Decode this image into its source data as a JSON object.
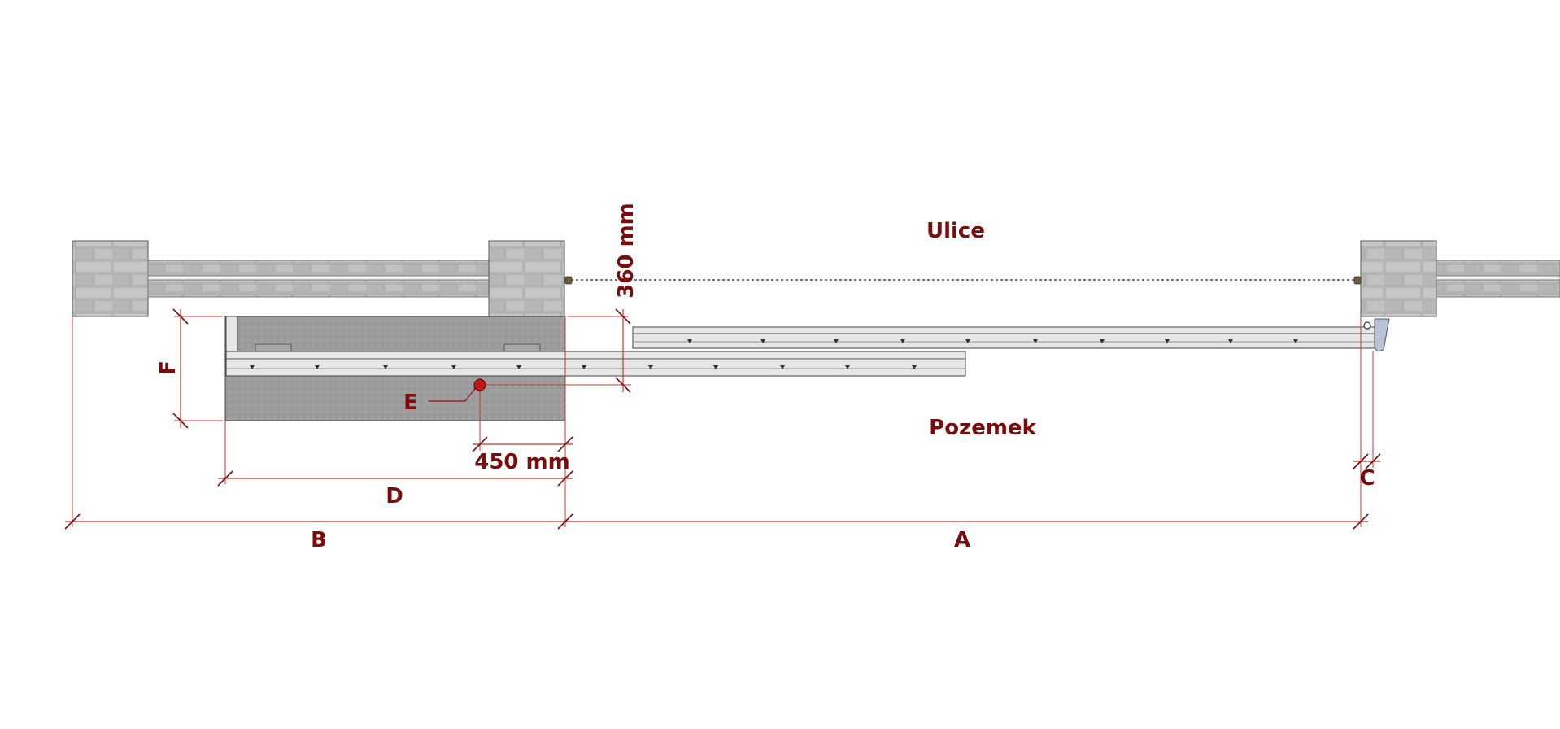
{
  "zones": {
    "street": "Ulice",
    "property": "Pozemek"
  },
  "dimensions": {
    "a": "A",
    "b": "B",
    "c": "C",
    "d": "D",
    "e": "E",
    "f": "F",
    "offset_450": "450 mm",
    "offset_360": "360 mm"
  },
  "colors": {
    "dimension_line": "#c0392b",
    "label": "#7a0c0c",
    "pillar": "#b9b9b9",
    "concrete": "#9b9b9b",
    "gate": "#e4e4e4"
  }
}
